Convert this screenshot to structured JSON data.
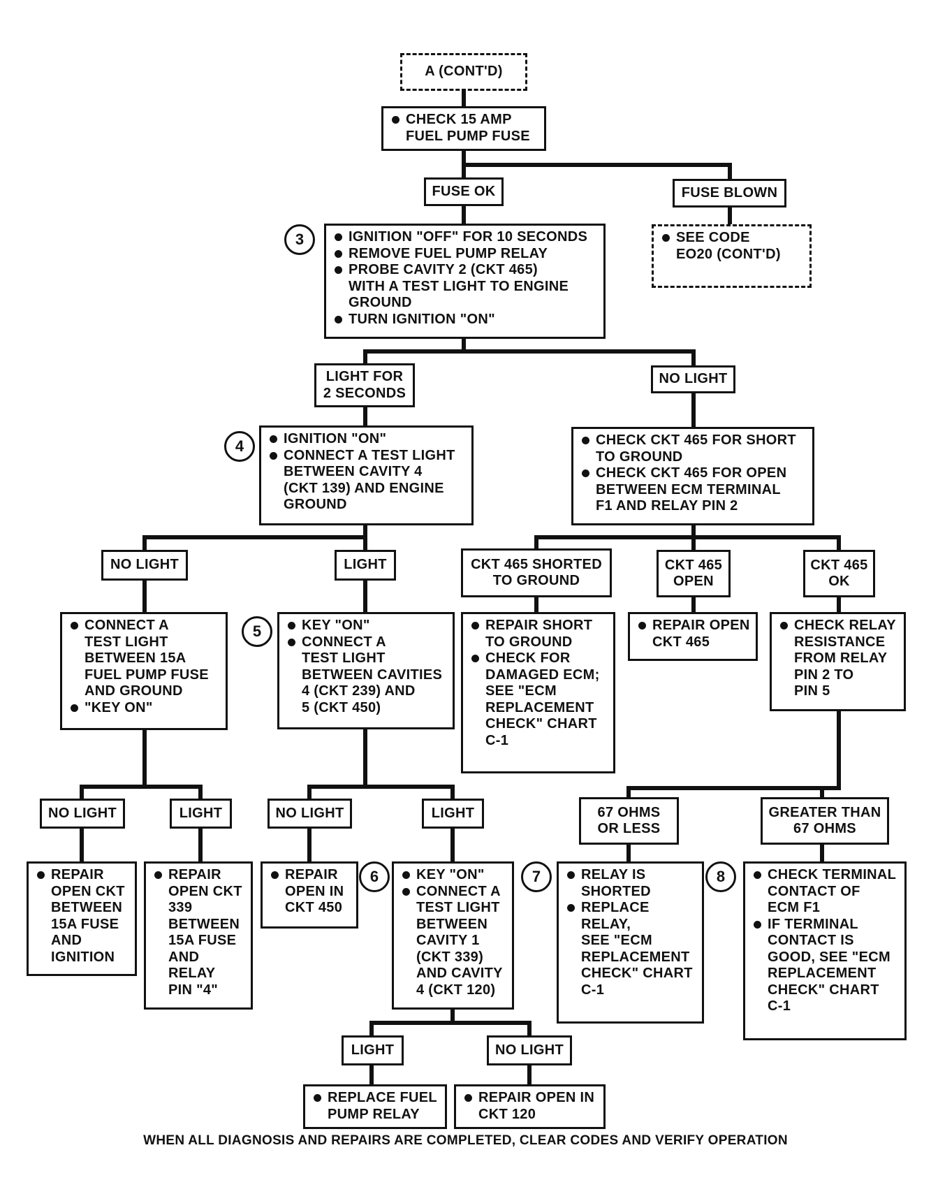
{
  "nodes": {
    "n_a": {
      "lines": [
        {
          "t": "A (CONT'D)"
        }
      ]
    },
    "n_check15": {
      "lines": [
        {
          "t": "CHECK 15 AMP",
          "b": true
        },
        {
          "t": "FUEL PUMP FUSE"
        }
      ]
    },
    "n_fuseok": {
      "lines": [
        {
          "t": "FUSE OK"
        }
      ]
    },
    "n_fuseblown": {
      "lines": [
        {
          "t": "FUSE BLOWN"
        }
      ]
    },
    "n_step3": {
      "lines": [
        {
          "t": "IGNITION \"OFF\" FOR 10 SECONDS",
          "b": true
        },
        {
          "t": "REMOVE FUEL PUMP RELAY",
          "b": true
        },
        {
          "t": "PROBE CAVITY 2 (CKT 465)",
          "b": true
        },
        {
          "t": "WITH  A TEST LIGHT TO ENGINE"
        },
        {
          "t": "GROUND"
        },
        {
          "t": "TURN IGNITION \"ON\"",
          "b": true
        }
      ]
    },
    "n_seecode": {
      "lines": [
        {
          "t": "SEE CODE",
          "b": true
        },
        {
          "t": "EO20 (CONT'D)"
        }
      ]
    },
    "n_light2sec": {
      "lines": [
        {
          "t": "LIGHT FOR"
        },
        {
          "t": "2 SECONDS"
        }
      ]
    },
    "n_nolight1": {
      "lines": [
        {
          "t": "NO LIGHT"
        }
      ]
    },
    "n_step4": {
      "lines": [
        {
          "t": "IGNITION \"ON\"",
          "b": true
        },
        {
          "t": "CONNECT A TEST LIGHT",
          "b": true
        },
        {
          "t": "BETWEEN CAVITY 4"
        },
        {
          "t": "(CKT 139) AND ENGINE"
        },
        {
          "t": "GROUND"
        }
      ]
    },
    "n_checkckt465": {
      "lines": [
        {
          "t": "CHECK CKT 465 FOR SHORT",
          "b": true
        },
        {
          "t": "TO GROUND"
        },
        {
          "t": "CHECK CKT 465 FOR OPEN",
          "b": true
        },
        {
          "t": "BETWEEN ECM TERMINAL"
        },
        {
          "t": "F1 AND RELAY PIN 2"
        }
      ]
    },
    "n_nolight2": {
      "lines": [
        {
          "t": "NO LIGHT"
        }
      ]
    },
    "n_light2": {
      "lines": [
        {
          "t": "LIGHT"
        }
      ]
    },
    "n_ckt465short": {
      "lines": [
        {
          "t": "CKT 465 SHORTED"
        },
        {
          "t": "TO GROUND"
        }
      ]
    },
    "n_ckt465open": {
      "lines": [
        {
          "t": "CKT 465"
        },
        {
          "t": "OPEN"
        }
      ]
    },
    "n_ckt465ok": {
      "lines": [
        {
          "t": "CKT 465"
        },
        {
          "t": "OK"
        }
      ]
    },
    "n_connect15a": {
      "lines": [
        {
          "t": "CONNECT A",
          "b": true
        },
        {
          "t": "TEST LIGHT"
        },
        {
          "t": "BETWEEN 15A"
        },
        {
          "t": "FUEL PUMP FUSE"
        },
        {
          "t": "AND GROUND"
        },
        {
          "t": "\"KEY ON\"",
          "b": true
        }
      ]
    },
    "n_step5": {
      "lines": [
        {
          "t": "KEY \"ON\"",
          "b": true
        },
        {
          "t": "CONNECT A",
          "b": true
        },
        {
          "t": "TEST LIGHT"
        },
        {
          "t": "BETWEEN CAVITIES"
        },
        {
          "t": "4 (CKT 239) AND"
        },
        {
          "t": "5 (CKT 450)"
        }
      ]
    },
    "n_repairshort": {
      "lines": [
        {
          "t": "REPAIR SHORT",
          "b": true
        },
        {
          "t": "TO GROUND"
        },
        {
          "t": "CHECK FOR",
          "b": true
        },
        {
          "t": "DAMAGED ECM;"
        },
        {
          "t": "SEE \"ECM"
        },
        {
          "t": "REPLACEMENT"
        },
        {
          "t": "CHECK\" CHART"
        },
        {
          "t": "C-1"
        }
      ]
    },
    "n_repairopen465": {
      "lines": [
        {
          "t": "REPAIR OPEN",
          "b": true
        },
        {
          "t": "CKT 465"
        }
      ]
    },
    "n_checkrelay": {
      "lines": [
        {
          "t": "CHECK RELAY",
          "b": true
        },
        {
          "t": "RESISTANCE"
        },
        {
          "t": "FROM RELAY"
        },
        {
          "t": "PIN 2 TO"
        },
        {
          "t": "PIN 5"
        }
      ]
    },
    "n_nolight3": {
      "lines": [
        {
          "t": "NO LIGHT"
        }
      ]
    },
    "n_light3": {
      "lines": [
        {
          "t": "LIGHT"
        }
      ]
    },
    "n_nolight4": {
      "lines": [
        {
          "t": "NO LIGHT"
        }
      ]
    },
    "n_light4": {
      "lines": [
        {
          "t": "LIGHT"
        }
      ]
    },
    "n_67less": {
      "lines": [
        {
          "t": "67 OHMS"
        },
        {
          "t": "OR LESS"
        }
      ]
    },
    "n_67greater": {
      "lines": [
        {
          "t": "GREATER THAN"
        },
        {
          "t": "67 OHMS"
        }
      ]
    },
    "n_repairign": {
      "lines": [
        {
          "t": "REPAIR",
          "b": true
        },
        {
          "t": "OPEN CKT"
        },
        {
          "t": "BETWEEN"
        },
        {
          "t": "15A FUSE"
        },
        {
          "t": "AND"
        },
        {
          "t": "IGNITION"
        }
      ]
    },
    "n_repair339": {
      "lines": [
        {
          "t": "REPAIR",
          "b": true
        },
        {
          "t": "OPEN CKT"
        },
        {
          "t": "339"
        },
        {
          "t": "BETWEEN"
        },
        {
          "t": "15A FUSE"
        },
        {
          "t": "AND"
        },
        {
          "t": "RELAY"
        },
        {
          "t": "PIN \"4\""
        }
      ]
    },
    "n_repair450": {
      "lines": [
        {
          "t": "REPAIR",
          "b": true
        },
        {
          "t": "OPEN IN"
        },
        {
          "t": "CKT 450"
        }
      ]
    },
    "n_step6": {
      "lines": [
        {
          "t": "KEY \"ON\"",
          "b": true
        },
        {
          "t": "CONNECT A",
          "b": true
        },
        {
          "t": "TEST LIGHT"
        },
        {
          "t": "BETWEEN"
        },
        {
          "t": "CAVITY 1"
        },
        {
          "t": "(CKT 339)"
        },
        {
          "t": "AND CAVITY"
        },
        {
          "t": "4 (CKT 120)"
        }
      ]
    },
    "n_relayshort": {
      "lines": [
        {
          "t": "RELAY IS",
          "b": true
        },
        {
          "t": "SHORTED"
        },
        {
          "t": "REPLACE",
          "b": true
        },
        {
          "t": "RELAY,"
        },
        {
          "t": "SEE \"ECM"
        },
        {
          "t": "REPLACEMENT"
        },
        {
          "t": "CHECK\" CHART"
        },
        {
          "t": "C-1"
        }
      ]
    },
    "n_checkterm": {
      "lines": [
        {
          "t": "CHECK TERMINAL",
          "b": true
        },
        {
          "t": "CONTACT OF"
        },
        {
          "t": "ECM F1"
        },
        {
          "t": "IF TERMINAL",
          "b": true
        },
        {
          "t": "CONTACT IS"
        },
        {
          "t": "GOOD, SEE \"ECM"
        },
        {
          "t": "REPLACEMENT"
        },
        {
          "t": "CHECK\" CHART"
        },
        {
          "t": "C-1"
        }
      ]
    },
    "n_light5": {
      "lines": [
        {
          "t": "LIGHT"
        }
      ]
    },
    "n_nolight5": {
      "lines": [
        {
          "t": "NO LIGHT"
        }
      ]
    },
    "n_replacerelay": {
      "lines": [
        {
          "t": "REPLACE FUEL",
          "b": true
        },
        {
          "t": "PUMP RELAY"
        }
      ]
    },
    "n_repair120": {
      "lines": [
        {
          "t": "REPAIR OPEN IN",
          "b": true
        },
        {
          "t": "CKT 120"
        }
      ]
    }
  },
  "steps": {
    "s3": "3",
    "s4": "4",
    "s5": "5",
    "s6": "6",
    "s7": "7",
    "s8": "8"
  },
  "footer": "WHEN ALL DIAGNOSIS AND REPAIRS ARE COMPLETED, CLEAR CODES AND VERIFY OPERATION"
}
